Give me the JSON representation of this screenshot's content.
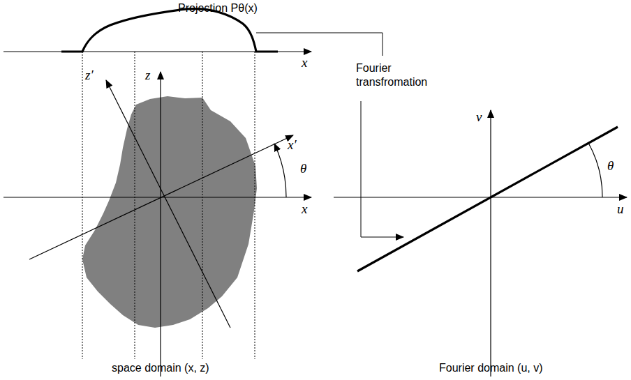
{
  "diagram": {
    "labels": [
      "Projection Pθ(x)",
      "x",
      "z′",
      "z",
      "x′",
      "θ",
      "x",
      "space domain (x, z)",
      "Fourier transfromation",
      "v",
      "θ",
      "u",
      "Fourier domain (u, v)"
    ]
  }
}
